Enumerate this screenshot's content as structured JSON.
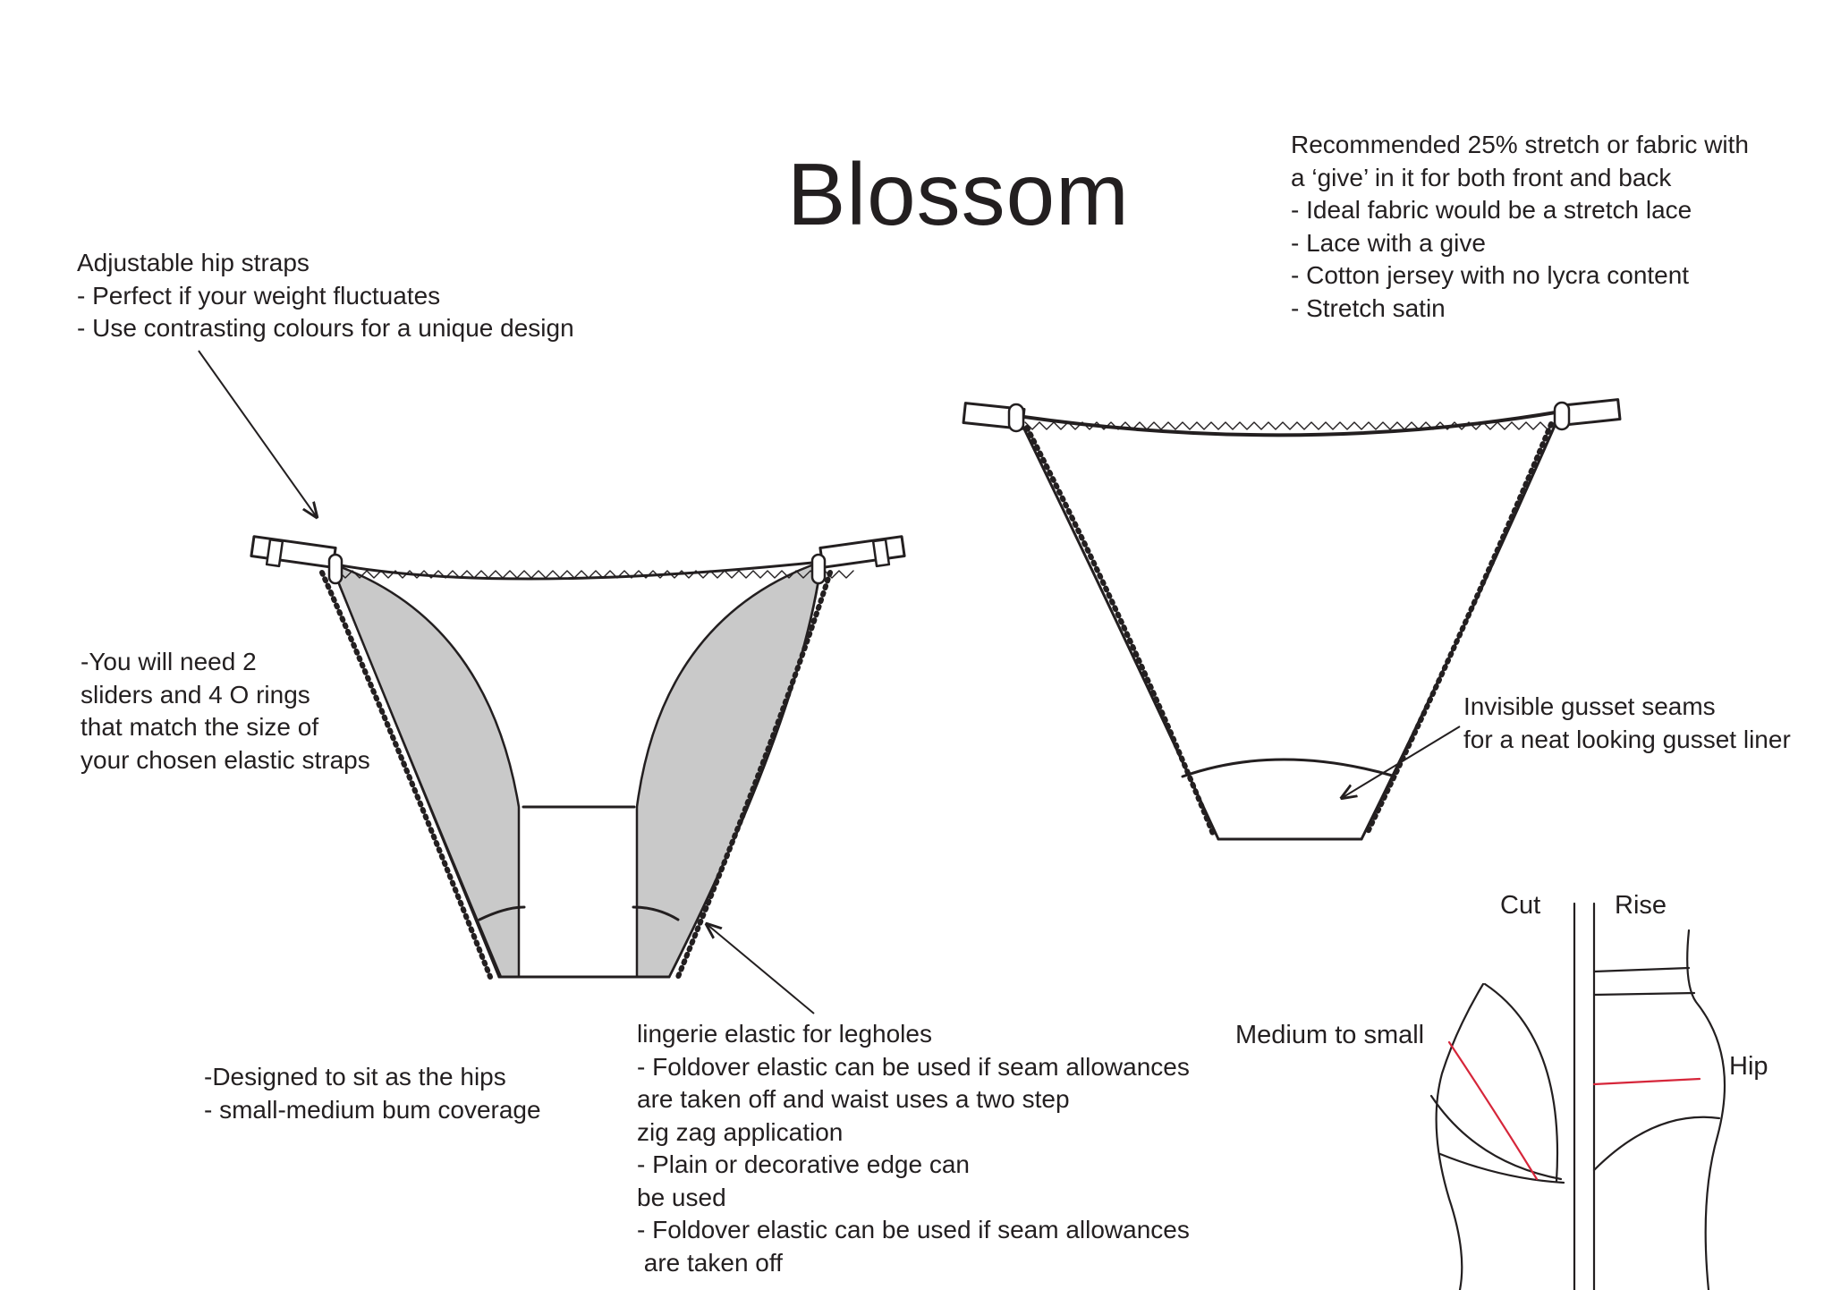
{
  "title": "Blossom",
  "fabric_note": {
    "lines": [
      "Recommended 25% stretch or fabric with",
      "a ‘give’ in it for both front and back",
      "- Ideal fabric would be a stretch lace",
      "- Lace with a give",
      "- Cotton jersey with no lycra content",
      "- Stretch satin"
    ]
  },
  "straps_note": {
    "lines": [
      "Adjustable hip straps",
      "- Perfect if your weight fluctuates",
      "- Use contrasting colours for a unique design"
    ]
  },
  "hardware_note": {
    "lines": [
      "-You will need 2",
      "sliders and 4 O rings",
      "that match the size of",
      "your chosen elastic straps"
    ]
  },
  "gusset_note": {
    "lines": [
      "Invisible gusset seams",
      "for a neat looking gusset liner"
    ]
  },
  "fit_note": {
    "lines": [
      "-Designed to sit as the hips",
      "- small-medium bum coverage"
    ]
  },
  "elastic_note": {
    "lines": [
      "lingerie elastic for legholes",
      "- Foldover elastic can be used if seam allowances",
      "are taken off and waist uses a two step",
      "zig zag application",
      "- Plain or decorative edge can",
      "be used",
      "- Foldover elastic can be used if seam allowances",
      " are taken off"
    ]
  },
  "figure_labels": {
    "cut": "Cut",
    "rise": "Rise",
    "hip": "Hip",
    "medium_to_small": "Medium to small"
  },
  "colors": {
    "ink": "#231f20",
    "panel_fill": "#c9c9c9",
    "measure_line": "#d6263a"
  }
}
